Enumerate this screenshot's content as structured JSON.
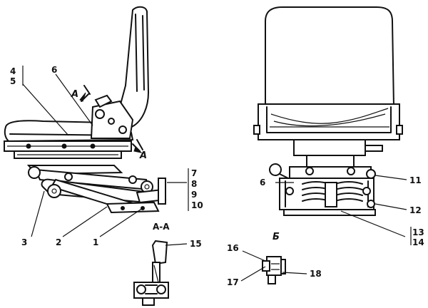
{
  "labels": {
    "n1": "1",
    "n2": "2",
    "n3": "3",
    "n4": "4",
    "n5": "5",
    "n6_left": "6",
    "n6_right": "6",
    "n7": "7",
    "n8": "8",
    "n9": "9",
    "n10": "10",
    "n11": "11",
    "n12": "12",
    "n13": "13",
    "n14": "14",
    "n15": "15",
    "n16": "16",
    "n17": "17",
    "n18": "18",
    "section_a_top": "A",
    "section_a_bottom": "A",
    "section_aa": "A-A",
    "view_b": "Б"
  }
}
